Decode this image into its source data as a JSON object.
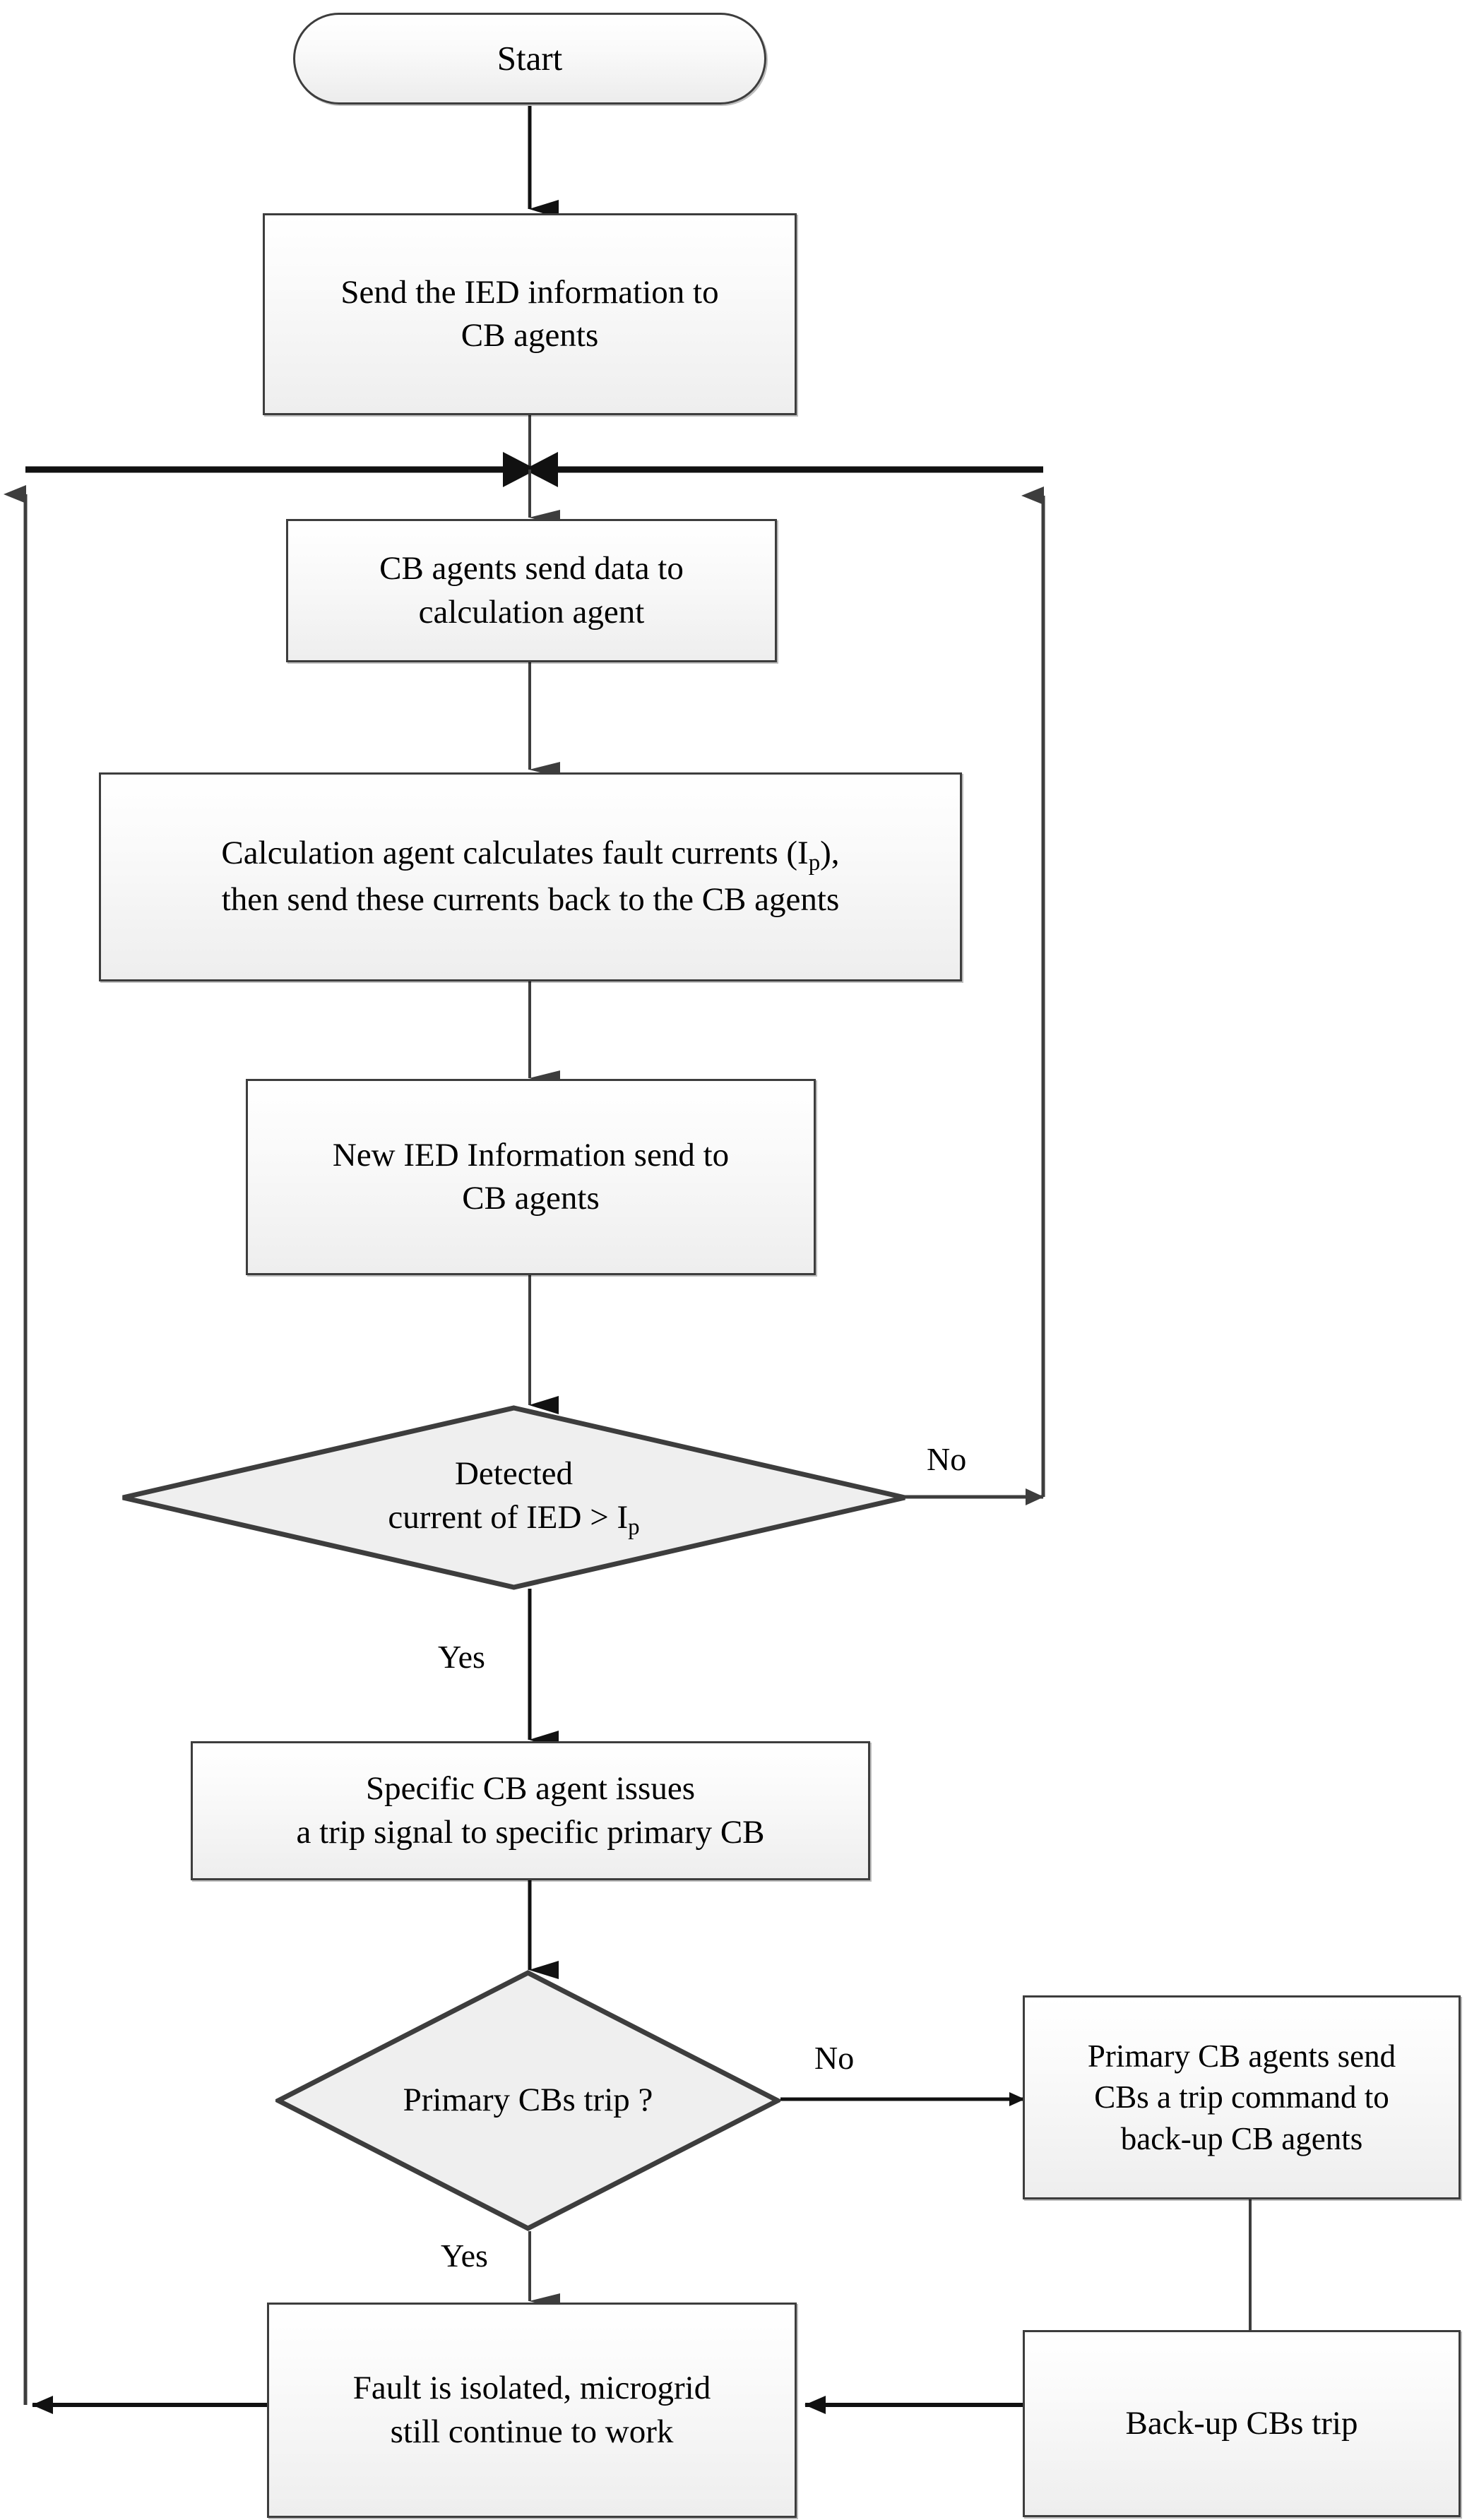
{
  "diagram": {
    "title": "Microgrid multi-agent protection flowchart",
    "stroke_color": "#3d3d3d",
    "fill_color": "#efefef",
    "text_color": "#000000"
  },
  "nodes": {
    "start": {
      "label": "Start",
      "shape": "terminal"
    },
    "send_ied": {
      "label": "Send the IED information to\nCB agents",
      "shape": "process"
    },
    "cb_send_data": {
      "label": "CB agents send data to\ncalculation agent",
      "shape": "process"
    },
    "calc_agent_line1": "Calculation agent calculates fault currents (I",
    "calc_agent_sub1": "p",
    "calc_agent_line1_end": "),",
    "calc_agent_line2": "then send these currents back to the CB agents",
    "new_ied": {
      "label": "New IED Information send to\nCB agents",
      "shape": "process"
    },
    "decision_current_line1": "Detected",
    "decision_current_line2a": "current of IED >  I",
    "decision_current_sub": "p",
    "specific_cb": {
      "label": "Specific CB agent issues\na trip signal to specific primary CB",
      "shape": "process"
    },
    "decision_primary": {
      "label": "Primary CBs trip  ?",
      "shape": "decision"
    },
    "primary_send": {
      "label": "Primary CB agents send\nCBs a trip command to\nback-up CB agents",
      "shape": "process"
    },
    "backup_trip": {
      "label": "Back-up CBs trip",
      "shape": "process"
    },
    "fault_isolated": {
      "label": "Fault is isolated, microgrid\nstill continue to work",
      "shape": "process"
    }
  },
  "edge_labels": {
    "no_current": "No",
    "yes_current": "Yes",
    "no_primary": "No",
    "yes_primary": "Yes"
  }
}
